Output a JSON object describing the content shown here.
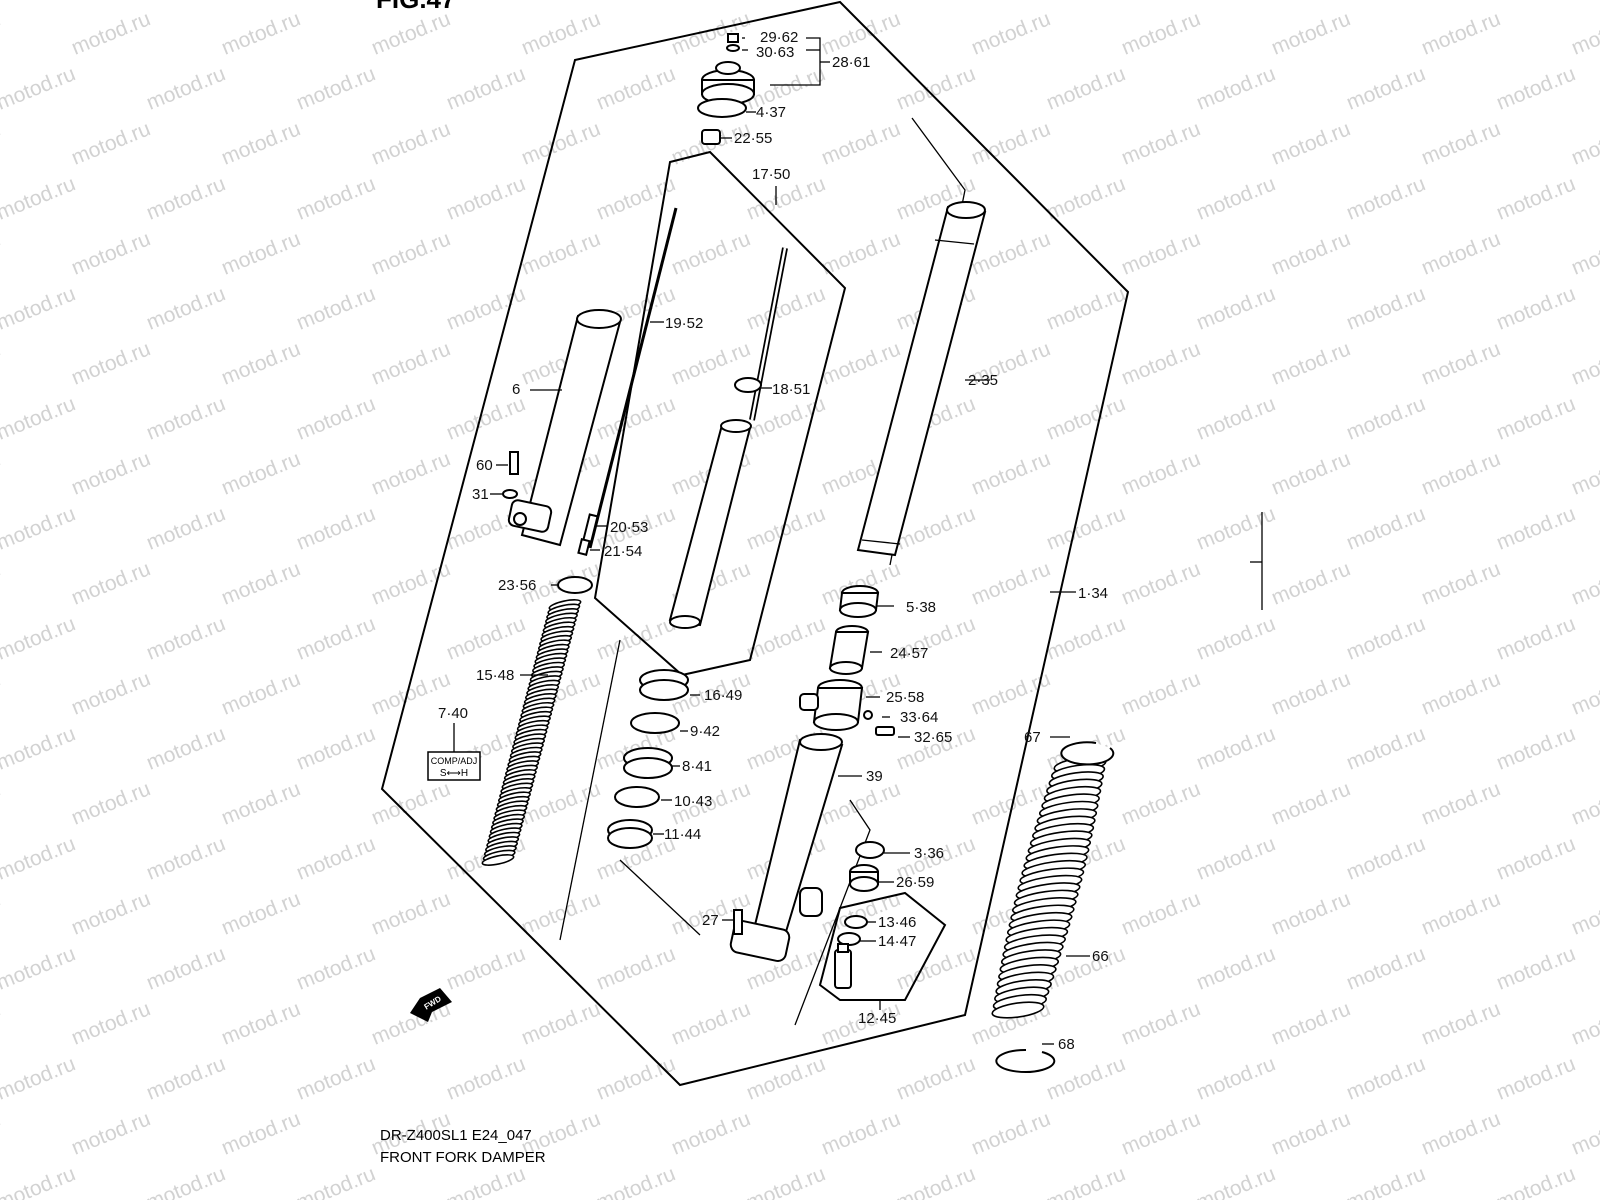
{
  "figure": {
    "title": "FIG.47",
    "model_code": "DR-Z400SL1 E24_047",
    "caption": "FRONT FORK DAMPER",
    "watermark": "motod.ru",
    "direction_badge": "FWD",
    "comp_adj_badge": {
      "line1": "COMP/ADJ",
      "line2": "S⟷H"
    }
  },
  "callouts": {
    "c29": "29·62",
    "c30": "30·63",
    "c28": "28·61",
    "c4": "4·37",
    "c22": "22·55",
    "c17": "17·50",
    "c19": "19·52",
    "c18": "18·51",
    "c2": "2·35",
    "c6": "6",
    "c60": "60",
    "c31": "31",
    "c20": "20·53",
    "c21": "21·54",
    "c23": "23·56",
    "c5": "5·38",
    "c24": "24·57",
    "c1": "1·34",
    "c15": "15·48",
    "c16": "16·49",
    "c25": "25·58",
    "c33": "33·64",
    "c7": "7·40",
    "c9": "9·42",
    "c32": "32·65",
    "c67": "67",
    "c8": "8·41",
    "c39": "39",
    "c10": "10·43",
    "c11": "11·44",
    "c3": "3·36",
    "c26": "26·59",
    "c27": "27",
    "c13": "13·46",
    "c14": "14·47",
    "c66": "66",
    "c12": "12·45",
    "c68": "68"
  }
}
